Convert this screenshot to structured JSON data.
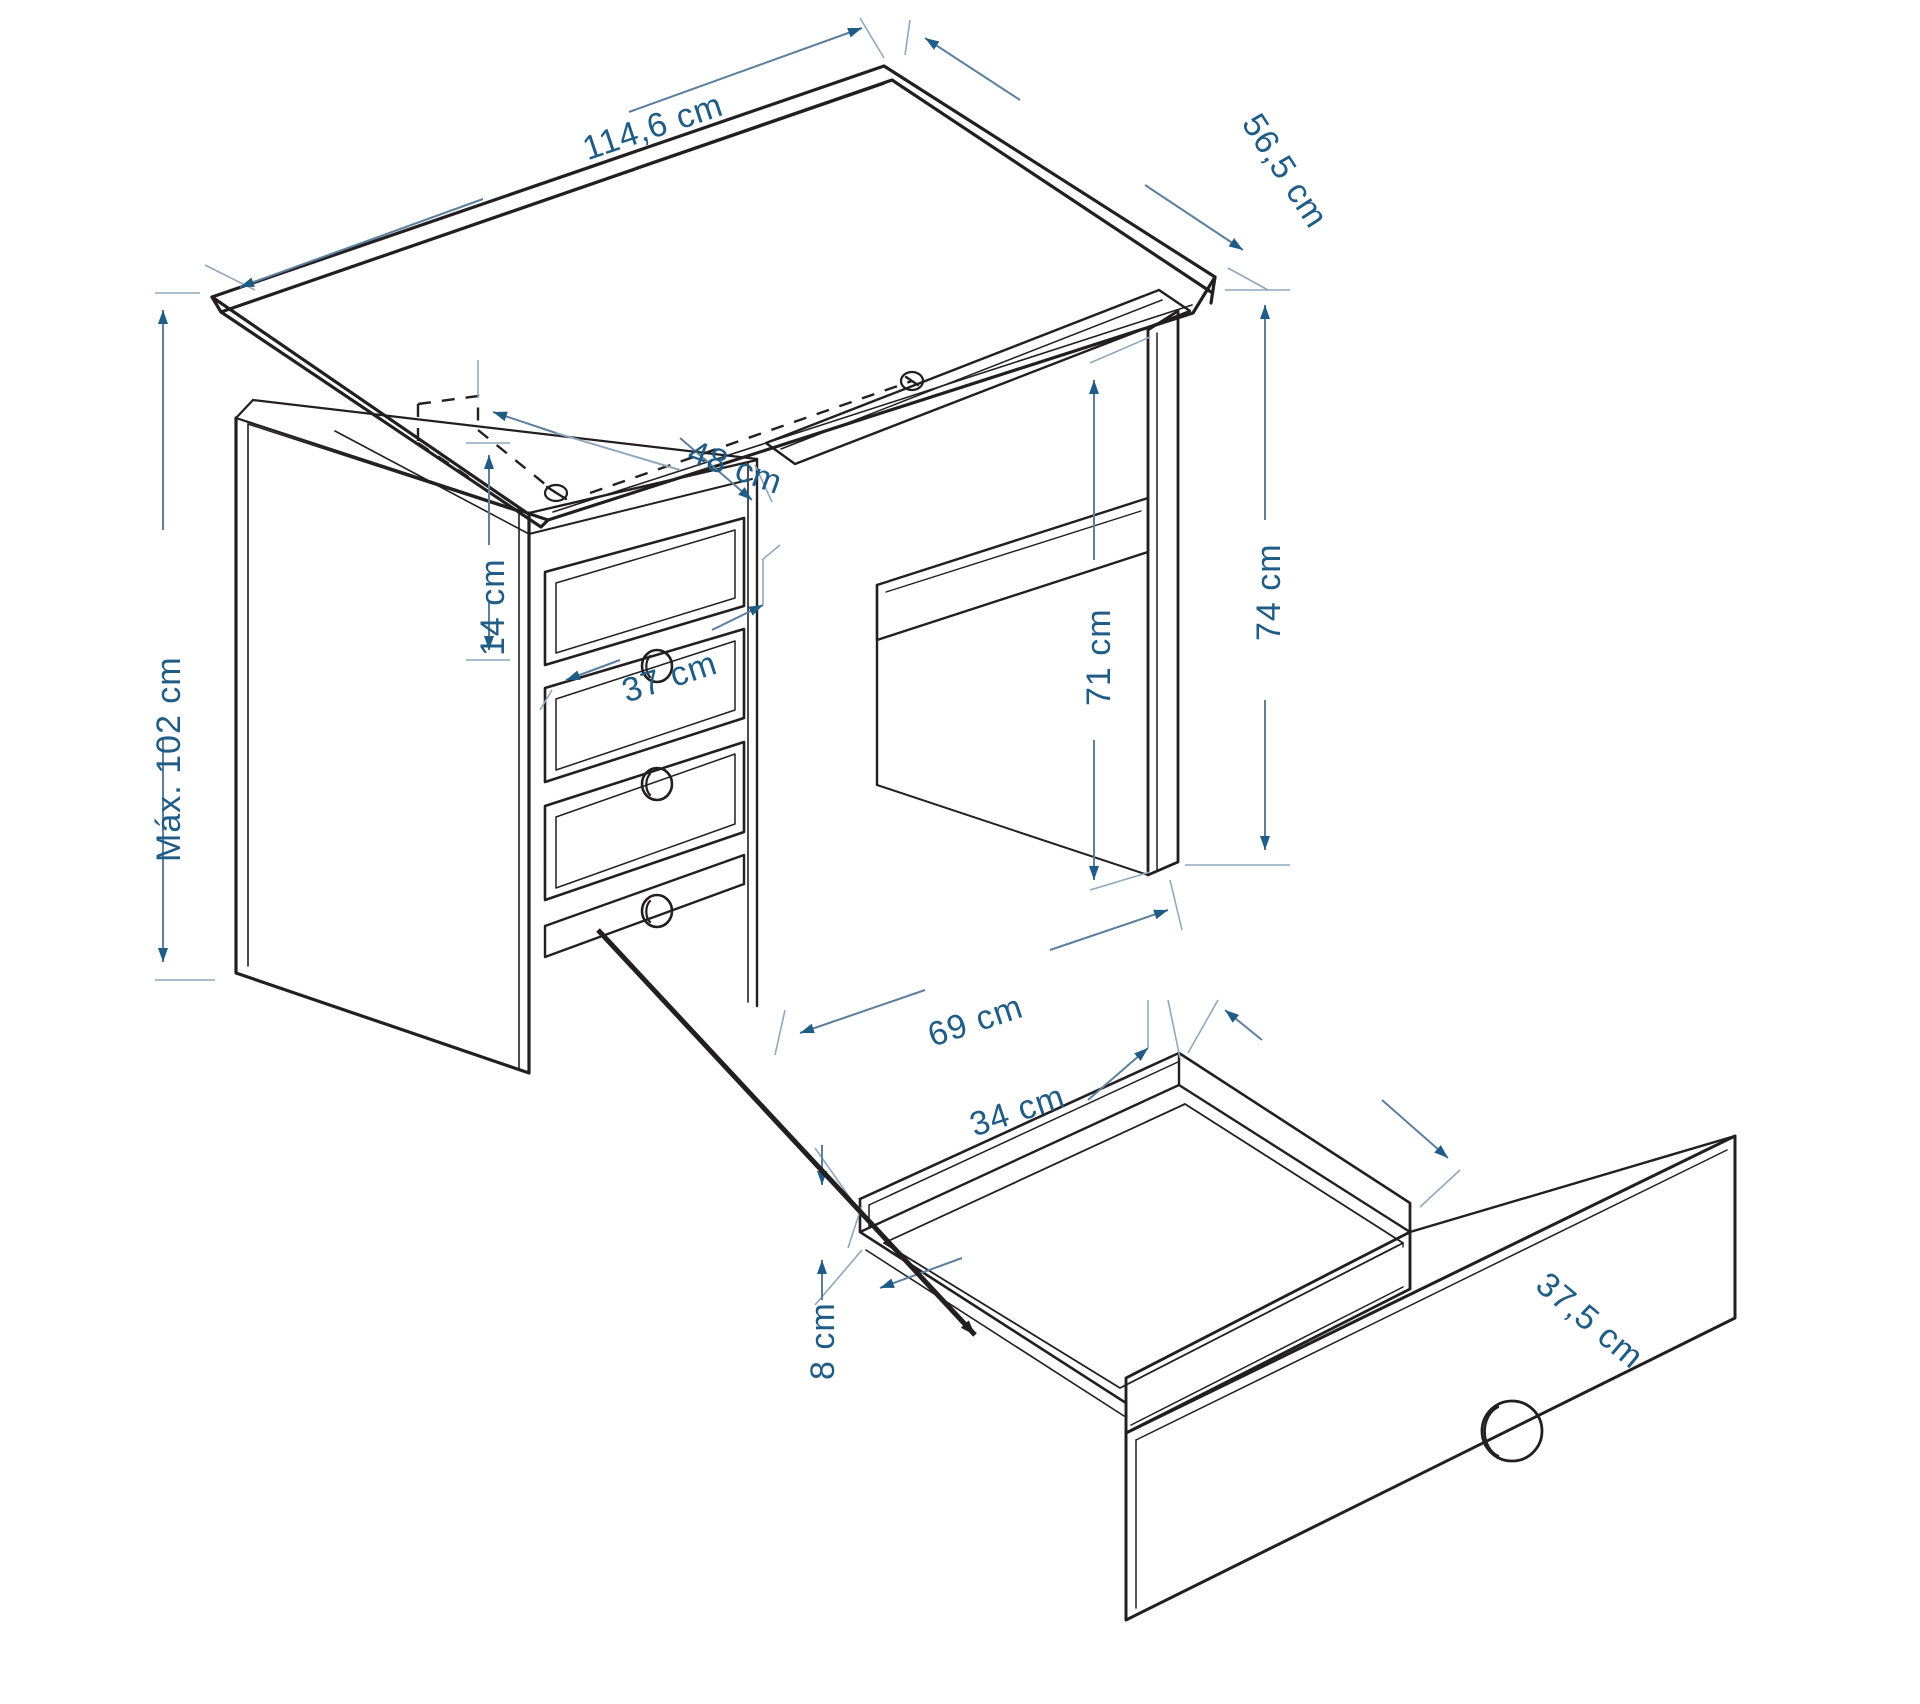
{
  "document": {
    "type": "technical-dimension-drawing",
    "subject": "Drafting desk with tilting top and three drawers",
    "unit": "cm",
    "line_color": "#231f20",
    "dimension_color": "#1f5c86",
    "background_color": "#ffffff"
  },
  "dimensions": {
    "top_width": "114,6 cm",
    "top_depth": "56,5 cm",
    "max_height": "Máx. 102 cm",
    "tilt_panel": "48 cm",
    "gap_height": "14 cm",
    "drawer_front_width": "37 cm",
    "inner_height": "71 cm",
    "desk_height": "74 cm",
    "lower_width": "69 cm",
    "drawer_width": "34 cm",
    "drawer_depth": "37,5 cm",
    "drawer_height": "8 cm"
  },
  "parts": {
    "desk_body": "desk-body",
    "tilting_top": "tilting-top-panel",
    "hinge_rail": "hinge-rail",
    "drawer_1": "drawer-top",
    "drawer_2": "drawer-middle",
    "drawer_3": "drawer-bottom",
    "detached_drawer": "detached-drawer",
    "knob_1": "drawer-knob-top",
    "knob_2": "drawer-knob-middle",
    "knob_3": "drawer-knob-bottom",
    "knob_detached": "detached-drawer-knob",
    "callout_arrow": "drawer-removal-arrow"
  }
}
